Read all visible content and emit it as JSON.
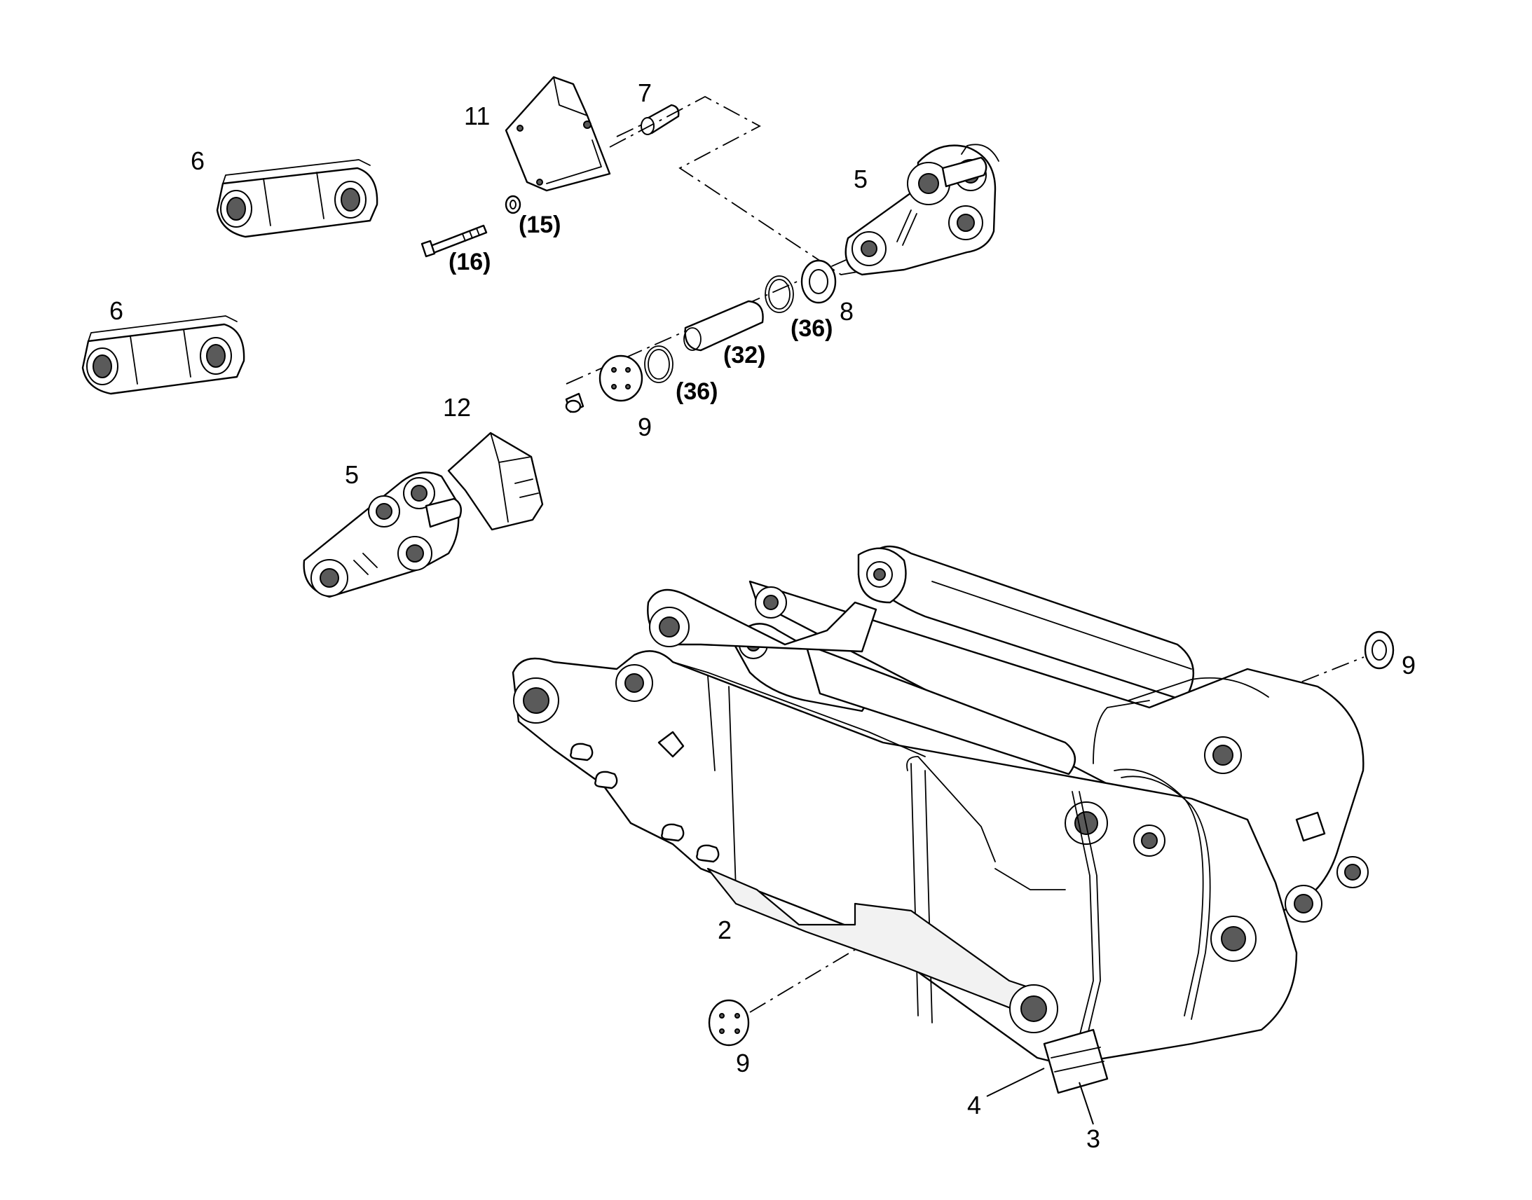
{
  "callouts": {
    "c11": "11",
    "c7": "7",
    "c6a": "6",
    "c6b": "6",
    "c5a": "5",
    "c5b": "5",
    "c15": "(15)",
    "c16": "(16)",
    "c8": "8",
    "c36a": "(36)",
    "c36b": "(36)",
    "c32": "(32)",
    "c9a": "9",
    "c9b": "9",
    "c9c": "9",
    "c12": "12",
    "c2": "2",
    "c4": "4",
    "c3": "3"
  },
  "colors": {
    "line": "#000000",
    "background": "#ffffff",
    "shading": "#5a5a5a"
  }
}
